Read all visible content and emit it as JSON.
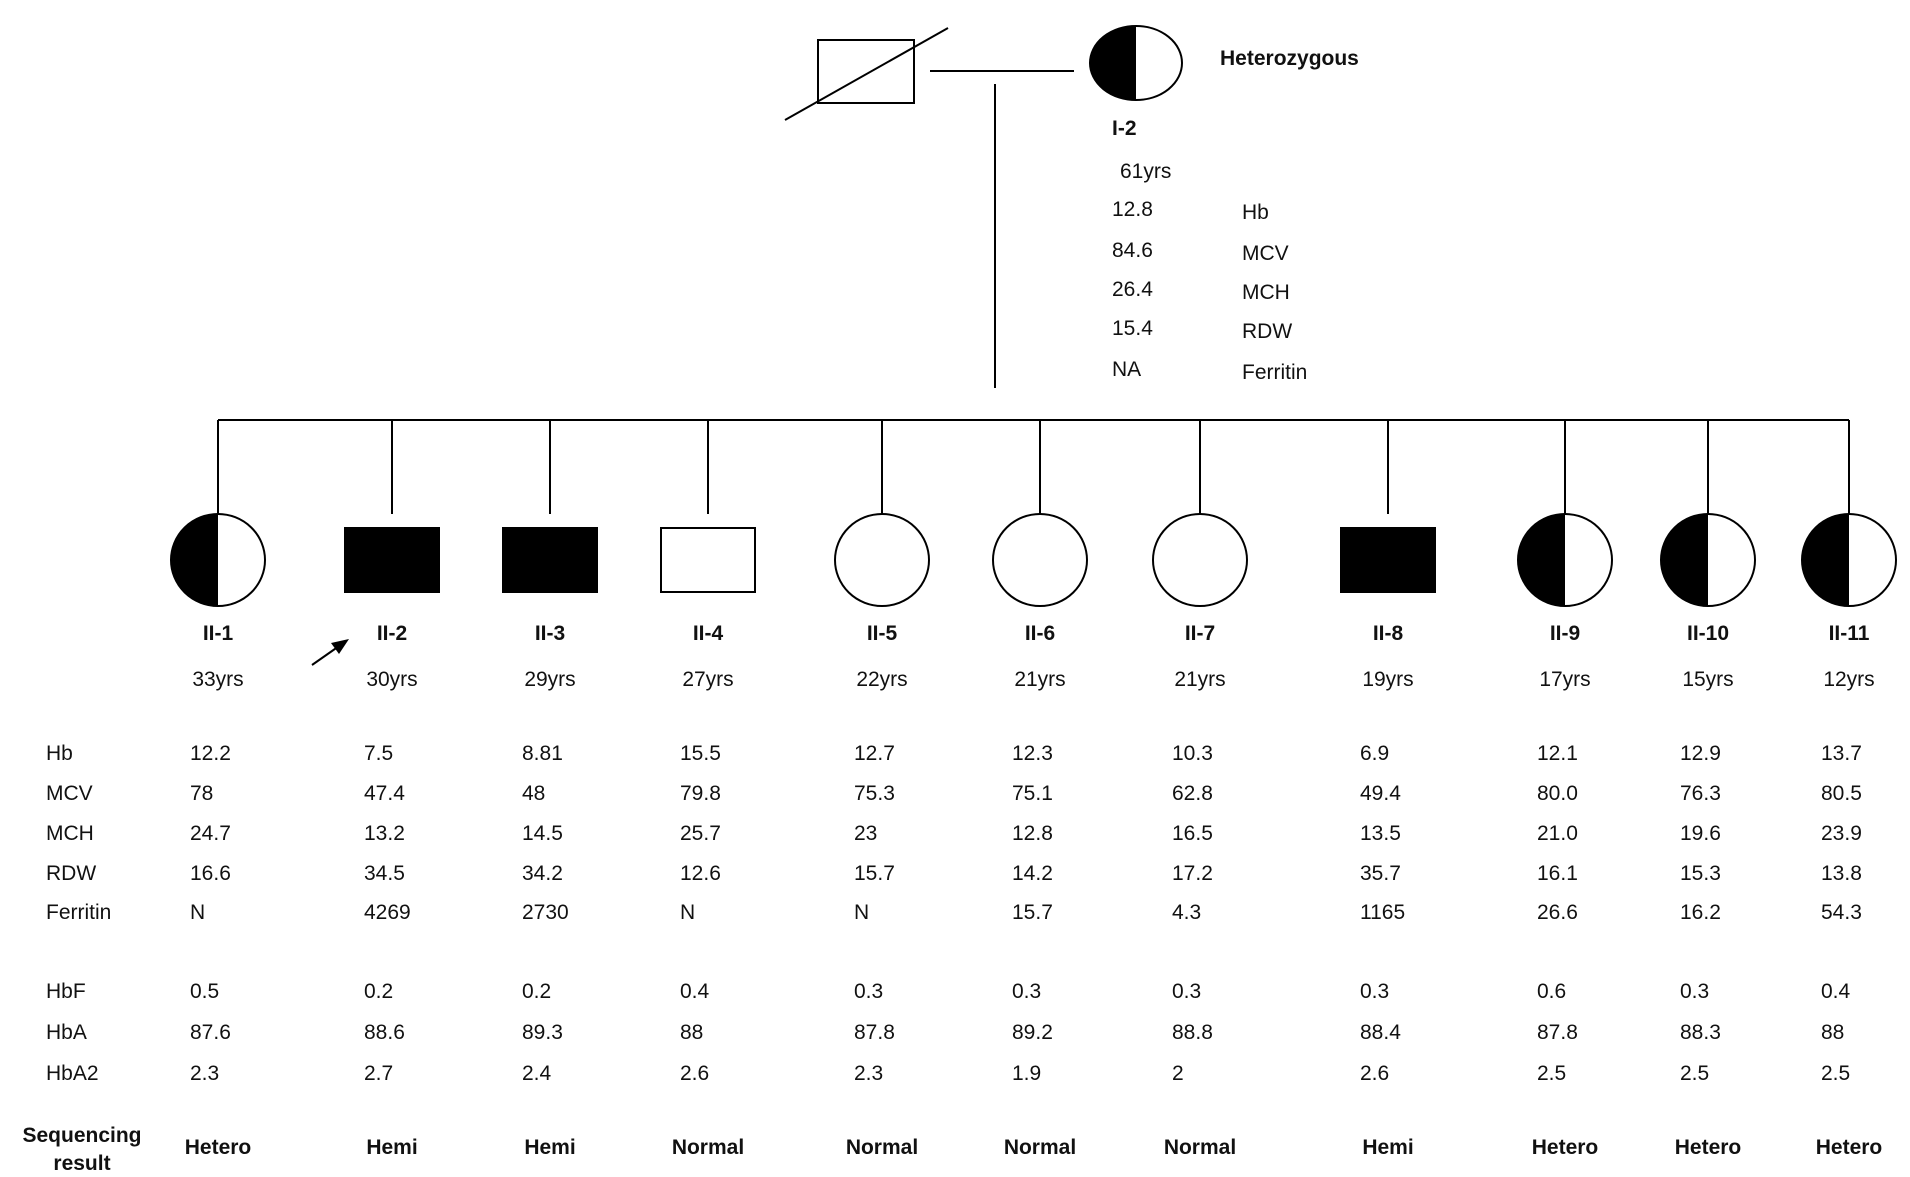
{
  "founders": {
    "father": {
      "status": "deceased",
      "sex": "male",
      "affected": false
    },
    "mother": {
      "id": "I-2",
      "sex": "female",
      "status_note": "Heterozygous",
      "age": "61yrs",
      "rows": [
        {
          "value": "12.8",
          "name": "Hb"
        },
        {
          "value": "84.6",
          "name": "MCV"
        },
        {
          "value": "26.4",
          "name": "MCH"
        },
        {
          "value": "15.4",
          "name": "RDW"
        },
        {
          "value": "NA",
          "name": "Ferritin"
        }
      ]
    }
  },
  "row_labels": [
    "Hb",
    "MCV",
    "MCH",
    "RDW",
    "Ferritin",
    "HbF",
    "HbA",
    "HbA2"
  ],
  "sequencing_label_lines": [
    "Sequencing",
    "result"
  ],
  "children": [
    {
      "id": "II-1",
      "sex": "female",
      "symbol": "half",
      "age": "33yrs",
      "proband": false,
      "values": [
        "12.2",
        "78",
        "24.7",
        "16.6",
        "N",
        "0.5",
        "87.6",
        "2.3"
      ],
      "result": "Hetero"
    },
    {
      "id": "II-2",
      "sex": "male",
      "symbol": "filled",
      "age": "30yrs",
      "proband": true,
      "values": [
        "7.5",
        "47.4",
        "13.2",
        "34.5",
        "4269",
        "0.2",
        "88.6",
        "2.7"
      ],
      "result": "Hemi"
    },
    {
      "id": "II-3",
      "sex": "male",
      "symbol": "filled",
      "age": "29yrs",
      "proband": false,
      "values": [
        "8.81",
        "48",
        "14.5",
        "34.2",
        "2730",
        "0.2",
        "89.3",
        "2.4"
      ],
      "result": "Hemi"
    },
    {
      "id": "II-4",
      "sex": "male",
      "symbol": "empty",
      "age": "27yrs",
      "proband": false,
      "values": [
        "15.5",
        "79.8",
        "25.7",
        "12.6",
        "N",
        "0.4",
        "88",
        "2.6"
      ],
      "result": "Normal"
    },
    {
      "id": "II-5",
      "sex": "female",
      "symbol": "empty",
      "age": "22yrs",
      "proband": false,
      "values": [
        "12.7",
        "75.3",
        "23",
        "15.7",
        "N",
        "0.3",
        "87.8",
        "2.3"
      ],
      "result": "Normal"
    },
    {
      "id": "II-6",
      "sex": "female",
      "symbol": "empty",
      "age": "21yrs",
      "proband": false,
      "values": [
        "12.3",
        "75.1",
        "12.8",
        "14.2",
        "15.7",
        "0.3",
        "89.2",
        "1.9"
      ],
      "result": "Normal"
    },
    {
      "id": "II-7",
      "sex": "female",
      "symbol": "empty",
      "age": "21yrs",
      "proband": false,
      "values": [
        "10.3",
        "62.8",
        "16.5",
        "17.2",
        "4.3",
        "0.3",
        "88.8",
        "2"
      ],
      "result": "Normal"
    },
    {
      "id": "II-8",
      "sex": "male",
      "symbol": "filled",
      "age": "19yrs",
      "proband": false,
      "values": [
        "6.9",
        "49.4",
        "13.5",
        "35.7",
        "1165",
        "0.3",
        "88.4",
        "2.6"
      ],
      "result": "Hemi"
    },
    {
      "id": "II-9",
      "sex": "female",
      "symbol": "half",
      "age": "17yrs",
      "proband": false,
      "values": [
        "12.1",
        "80.0",
        "21.0",
        "16.1",
        "26.6",
        "0.6",
        "87.8",
        "2.5"
      ],
      "result": "Hetero"
    },
    {
      "id": "II-10",
      "sex": "female",
      "symbol": "half",
      "age": "15yrs",
      "proband": false,
      "values": [
        "12.9",
        "76.3",
        "19.6",
        "15.3",
        "16.2",
        "0.3",
        "88.3",
        "2.5"
      ],
      "result": "Hetero"
    },
    {
      "id": "II-11",
      "sex": "female",
      "symbol": "half",
      "age": "12yrs",
      "proband": false,
      "values": [
        "13.7",
        "80.5",
        "23.9",
        "13.8",
        "54.3",
        "0.4",
        "88",
        "2.5"
      ],
      "result": "Hetero"
    }
  ],
  "colors": {
    "ink": "#000000",
    "text": "#111111",
    "background": "#ffffff"
  }
}
